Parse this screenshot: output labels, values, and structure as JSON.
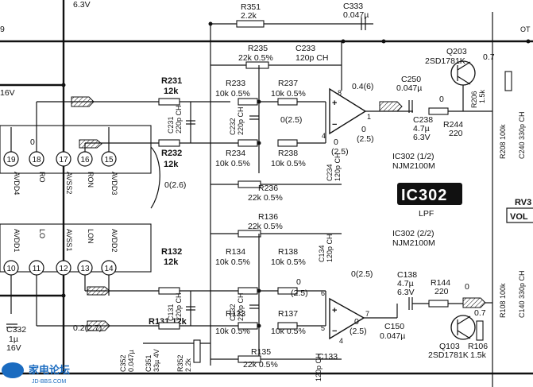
{
  "title_block": {
    "chip": "IC302",
    "function": "LPF"
  },
  "supply": {
    "top_voltage": "6.3V"
  },
  "opamps": {
    "upper": {
      "name": "IC302 (1/2)",
      "part": "NJM2100M"
    },
    "lower": {
      "name": "IC302 (2/2)",
      "part": "NJM2100M"
    }
  },
  "connector_top": [
    {
      "pin": "19",
      "label": "AVDD4"
    },
    {
      "pin": "18",
      "label": "RO"
    },
    {
      "pin": "17",
      "label": "AVSS2"
    },
    {
      "pin": "16",
      "label": "RON"
    },
    {
      "pin": "15",
      "label": "AVDD3"
    }
  ],
  "connector_bottom": [
    {
      "pin": "10",
      "label": "AVDD1"
    },
    {
      "pin": "11",
      "label": "LO"
    },
    {
      "pin": "12",
      "label": "AVSS1"
    },
    {
      "pin": "13",
      "label": "LON"
    },
    {
      "pin": "14",
      "label": "AVDD2"
    }
  ],
  "parts": {
    "r351": "R351",
    "r351v": "2.2k",
    "c333": "C333",
    "c333v": "0.047µ",
    "r235": "R235",
    "r235v": "22k 0.5%",
    "c233": "C233",
    "c233v": "120p CH",
    "r231": "R231",
    "r231v": "12k",
    "r233": "R233",
    "r233v": "10k 0.5%",
    "r237": "R237",
    "r237v": "10k 0.5%",
    "c231": "C231",
    "c231v": "220p CH",
    "c232": "C232",
    "c232v": "220p CH",
    "r232": "R232",
    "r232v": "12k",
    "r234": "R234",
    "r234v": "10k 0.5%",
    "r238": "R238",
    "r238v": "10k 0.5%",
    "c234": "C234",
    "c234v": "120p CH",
    "r236": "R236",
    "r236v": "22k 0.5%",
    "c250": "C250",
    "c250v": "0.047µ",
    "c238": "C238",
    "c238v1": "4.7µ",
    "c238v2": "6.3V",
    "r244": "R244",
    "r244v": "220",
    "r206": "R206",
    "r206v": "1.5k",
    "q203": "Q203",
    "q203v": "2SD1781K",
    "r208": "R208 100k",
    "c240": "C240 330p CH",
    "r136": "R136",
    "r136v": "22k 0.5%",
    "r132": "R132",
    "r132v": "12k",
    "r134": "R134",
    "r134v": "10k 0.5%",
    "r138": "R138",
    "r138v": "10k 0.5%",
    "c134": "C134",
    "c134v": "120p CH",
    "c131": "C131",
    "c131v": "220p CH",
    "c132": "C132",
    "c132v": "220p CH",
    "r131": "R131 12k",
    "r133": "R133",
    "r133v": "10k 0.5%",
    "r137": "R137",
    "r137v": "10k 0.5%",
    "r135": "R135",
    "r135v": "22k 0.5%",
    "c133": "C133",
    "c133v": "120p CH",
    "c138": "C138",
    "c138v1": "4.7µ",
    "c138v2": "6.3V",
    "r144": "R144",
    "r144v": "220",
    "c150": "C150",
    "c150v": "0.047µ",
    "q103": "Q103",
    "q103v": "2SD1781K",
    "r106": "R106",
    "r106v": "1.5k",
    "r108": "R108 100k",
    "c140": "C140 330p CH",
    "c332": "C332",
    "c332v1": "1µ",
    "c332v2": "16V",
    "c352": "C352",
    "c352v": "0.047µ",
    "c351": "C351",
    "c351v": "33µ 4V",
    "r352": "R352",
    "r352v": "2.2k",
    "rv": "RV3",
    "vol": "VOL",
    "left_16v": "16V",
    "c": "9"
  },
  "voltages": {
    "v_top_opamp": "0.4(6)",
    "v_top_out": "0",
    "v_top_out2": "(2.5)",
    "v_top_mid": "0(2.5)",
    "v_top_bot": "0",
    "v_top_bot2": "(2.5)",
    "v_q203": "0.7",
    "v_q203_base": "0",
    "v_pin18": "0",
    "v_group": "0(2.6)",
    "v_low_top": "0(2.5)",
    "v_low_in": "0",
    "v_low_in2": "(2.5)",
    "v_low_out": "0",
    "v_low_out2": "(2.5)",
    "v_q103": "0",
    "v_q103b": "0.7",
    "v_left": "0.2(2.7)",
    "pin8": "8",
    "pin4": "4",
    "pin1": "1",
    "pin5": "5",
    "pin7": "7",
    "pin6": "6",
    "plus": "+",
    "minus": "−",
    "ot": "OT"
  },
  "watermark": {
    "site": "家电论坛",
    "url": "JD-BBS.COM"
  }
}
